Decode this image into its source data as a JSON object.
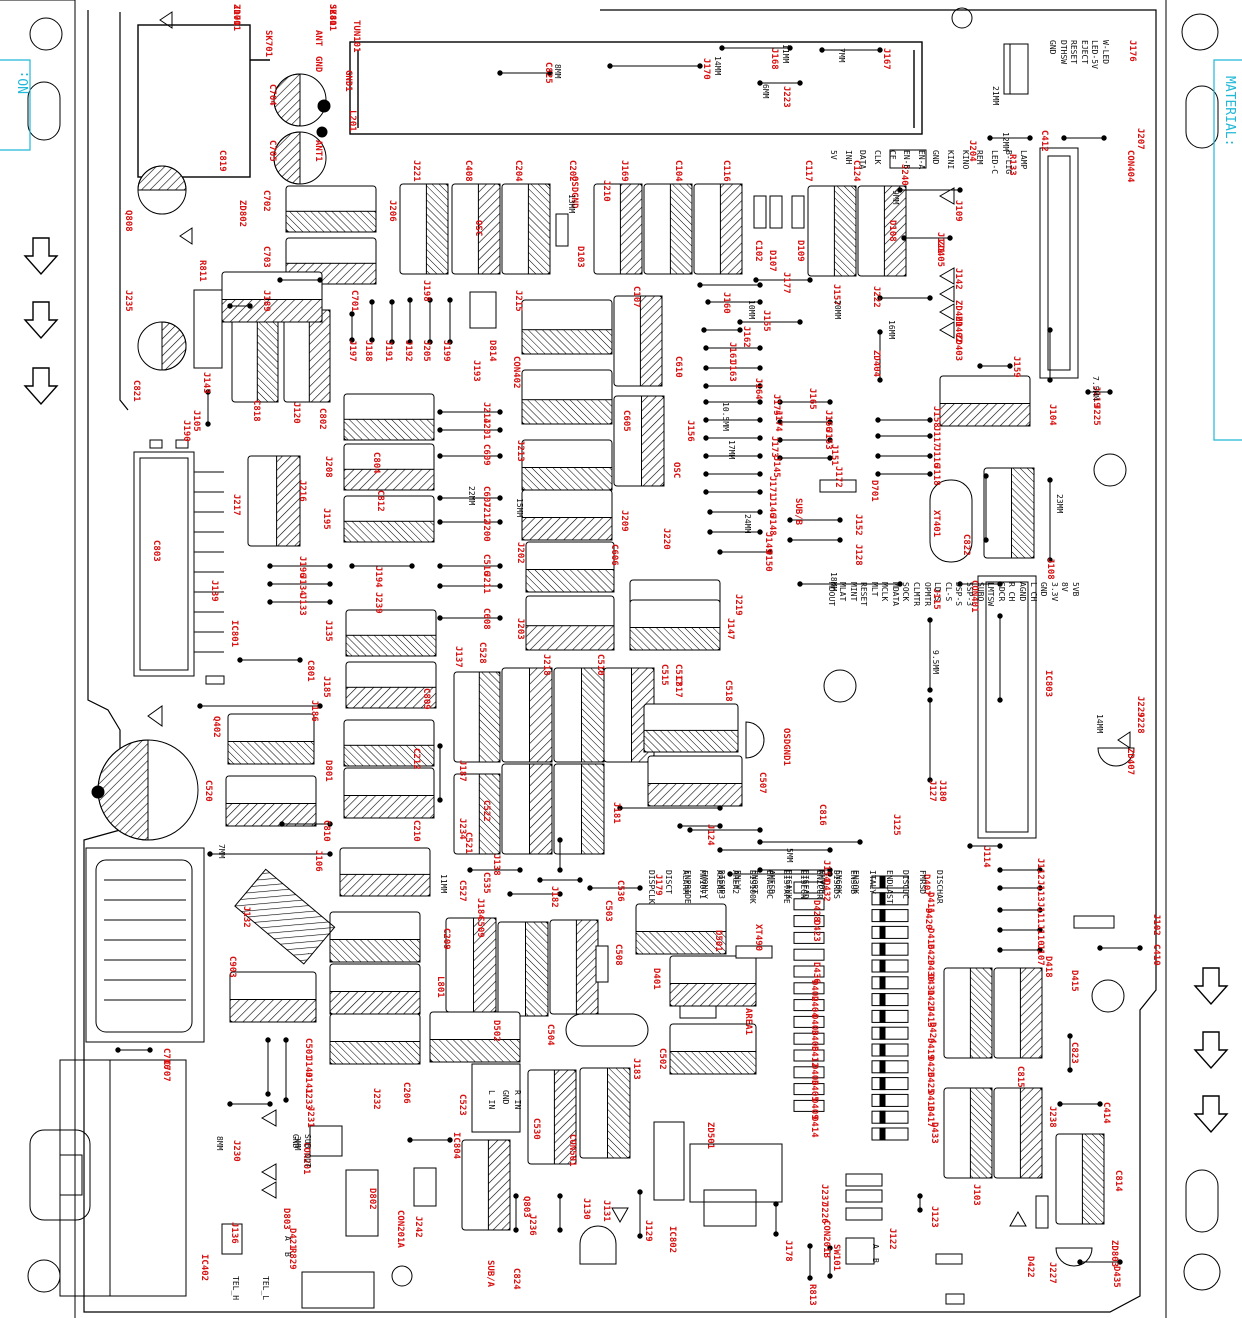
{
  "margin_labels": {
    "left": "NO:",
    "right": "MATERIAL:"
  },
  "connector_pins": {
    "con404": [
      "W-LED",
      "LED-5V",
      "EJECT",
      "RESET",
      "DTHSW",
      "GND"
    ],
    "con402": [
      "LAMP",
      "B-LIG",
      "LED-C",
      "REM",
      "KINO",
      "KINI",
      "GND",
      "EN-A",
      "EN-B",
      "CE",
      "CLK",
      "DATA",
      "INH",
      "5V"
    ],
    "con401": [
      "5VB",
      "8V",
      "3.3V",
      "GND",
      "L CH",
      "AGND",
      "R CH",
      "SDCR",
      "LMTSW",
      "SUBQ",
      "SSP-3",
      "DSP-S",
      "CL-S",
      "LD-S",
      "OPMTR",
      "CLMTR",
      "SOCK",
      "MDATA",
      "MCLK",
      "MLT",
      "RESET",
      "MINT",
      "MLAT",
      "MDOUT"
    ],
    "front_keys": [
      "DISCHAR",
      "FMRSD",
      "DISCDC",
      "ENDLAST",
      "ITALY",
      "EN30K",
      "EN60K",
      "NMVOL",
      "DISFAD",
      "DISAUX",
      "AMFSD",
      "ENORT",
      "ENLW",
      "DISMP3",
      "FMONLY",
      "ENPRIDE"
    ],
    "front_keys2": [
      "ENSUB",
      "DISRDS",
      "ENZCOR",
      "DISEON",
      "DISTAPE",
      "ENALOC",
      "DIS100K",
      "AREA2",
      "AREA3",
      "MW1071",
      "ALARM",
      "DISCT",
      "DISPCLK"
    ],
    "tel": [
      "TEL_H",
      "TEL_L"
    ],
    "con501": [
      "L IN",
      "GND",
      "R IN"
    ],
    "sub": [
      "SUB OUT",
      "GND"
    ],
    "con201a": [
      "B",
      "A"
    ],
    "con201b": [
      "B",
      "A"
    ]
  },
  "designators": [
    "ZD701",
    "J241",
    "SK701",
    "TUN101",
    "ANT",
    "GND",
    "GND1",
    "C704",
    "C705",
    "ANT1",
    "L201",
    "C819",
    "Q808",
    "ZD802",
    "R811",
    "J235",
    "C821",
    "J143",
    "J190",
    "J105",
    "C818",
    "J120",
    "C702",
    "C703",
    "J206",
    "J189",
    "C701",
    "J197",
    "J188",
    "J191",
    "J192",
    "J198",
    "J205",
    "J199",
    "J193",
    "D814",
    "J215",
    "C825",
    "J170",
    "J168",
    "J167",
    "J223",
    "J221",
    "C408",
    "C204",
    "C202",
    "OSDGND",
    "OSC",
    "J210",
    "D103",
    "J169",
    "C104",
    "C116",
    "C117",
    "C124",
    "C107",
    "C102",
    "D107",
    "D109",
    "D108",
    "J177",
    "J160",
    "J157",
    "J222",
    "J240",
    "J204",
    "R133",
    "J109",
    "ZD405",
    "J121",
    "J142",
    "ZD401",
    "ZD402",
    "ZD403",
    "ZD404",
    "J159",
    "J119",
    "J225",
    "J104",
    "C412",
    "J207",
    "J176",
    "CON404",
    "CON402",
    "C610",
    "J156",
    "J155",
    "J162",
    "J161",
    "J163",
    "J164",
    "J165",
    "J175",
    "J174",
    "J166",
    "J153",
    "J151",
    "J173",
    "J172",
    "J145",
    "J171",
    "J146",
    "J148",
    "J149",
    "J150",
    "J152",
    "J128",
    "SUB/B",
    "D701",
    "J158",
    "J117",
    "J116",
    "J118",
    "XT401",
    "C822",
    "J108",
    "J115",
    "CON401",
    "C802",
    "J214",
    "J201",
    "C609",
    "J213",
    "C607",
    "J212",
    "J200",
    "J202",
    "C606",
    "J220",
    "C516",
    "J211",
    "J203",
    "C608",
    "J219",
    "J147",
    "OSC",
    "C605",
    "J209",
    "J208",
    "C804",
    "J216",
    "J217",
    "C812",
    "J195",
    "C803",
    "J139",
    "IC801",
    "J239",
    "J194",
    "J196",
    "J134",
    "J133",
    "J135",
    "C801",
    "J185",
    "C809",
    "J186",
    "J137",
    "C528",
    "J218",
    "C510",
    "C515",
    "C517",
    "C817",
    "C518",
    "OSDGND1",
    "IC803",
    "J229",
    "J228",
    "ZD407",
    "Q402",
    "D801",
    "C212",
    "J187",
    "C520",
    "C810",
    "C210",
    "J234",
    "C521",
    "C522",
    "J181",
    "C507",
    "C816",
    "J124",
    "J125",
    "J154",
    "J127",
    "J180",
    "J114",
    "J112",
    "J113",
    "J111",
    "J110",
    "J107",
    "J106",
    "J138",
    "C535",
    "C527",
    "J182",
    "J184",
    "C509",
    "C536",
    "J179",
    "C503",
    "C508",
    "D501",
    "XT490",
    "D401",
    "AREA1",
    "C504",
    "D502",
    "C502",
    "J183",
    "C523",
    "C530",
    "CON501",
    "J132",
    "C903",
    "C209",
    "L801",
    "C206",
    "C706",
    "C707",
    "C501",
    "J140",
    "J141",
    "J233",
    "J232",
    "J231",
    "J230",
    "CON201",
    "J136",
    "D802",
    "D803",
    "D421",
    "R829",
    "CON201A",
    "J242",
    "IC804",
    "SUB/A",
    "Q803",
    "J236",
    "C824",
    "J130",
    "J131",
    "J129",
    "IC802",
    "ZD501",
    "J178",
    "R813",
    "SW101",
    "J123",
    "J122",
    "J237",
    "J226",
    "CON201B",
    "D432",
    "D428",
    "D423",
    "D436",
    "D402",
    "D404",
    "D403",
    "D408",
    "D412",
    "D406",
    "D405",
    "D409",
    "D414",
    "D407",
    "D411",
    "D420",
    "D416",
    "D429",
    "D430",
    "D431",
    "D427",
    "D413",
    "D424",
    "D419",
    "D426",
    "D425",
    "D410",
    "D417",
    "D433",
    "D418",
    "D415",
    "C815",
    "C823",
    "J238",
    "J103",
    "C414",
    "C814",
    "J102",
    "C410",
    "D422",
    "J227",
    "ZD803",
    "D435",
    "IC402",
    "J101",
    "SK801"
  ],
  "jumper_lengths": [
    "8MM",
    "14MM",
    "11MM",
    "7MM",
    "6MM",
    "21MM",
    "13MM",
    "10MM",
    "12MM",
    "9MM",
    "16MM",
    "10.5MM",
    "17MM",
    "20MM",
    "23MM",
    "24MM",
    "18MM",
    "22MM",
    "15MM",
    "9.5MM",
    "5MM",
    "7.5MM",
    "3MM"
  ]
}
